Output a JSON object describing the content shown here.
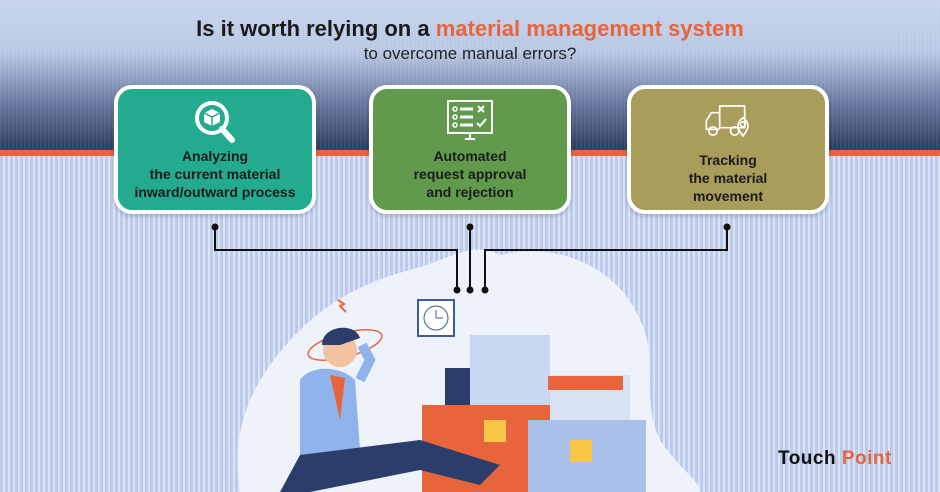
{
  "title": {
    "prefix": "Is it worth relying on a ",
    "highlight": "material management system",
    "subtitle": "to overcome manual errors?"
  },
  "cards": [
    {
      "icon": "magnifier-box-icon",
      "lines": [
        "Analyzing",
        "the current material",
        "inward/outward process"
      ],
      "color": "#22ab8e"
    },
    {
      "icon": "checklist-monitor-icon",
      "lines": [
        "Automated",
        "request approval",
        "and rejection"
      ],
      "color": "#629a4d"
    },
    {
      "icon": "truck-location-icon",
      "lines": [
        "Tracking",
        "the material",
        "movement"
      ],
      "color": "#a89d5b"
    }
  ],
  "logo": {
    "part1": "Touch",
    "part2": "Point"
  }
}
